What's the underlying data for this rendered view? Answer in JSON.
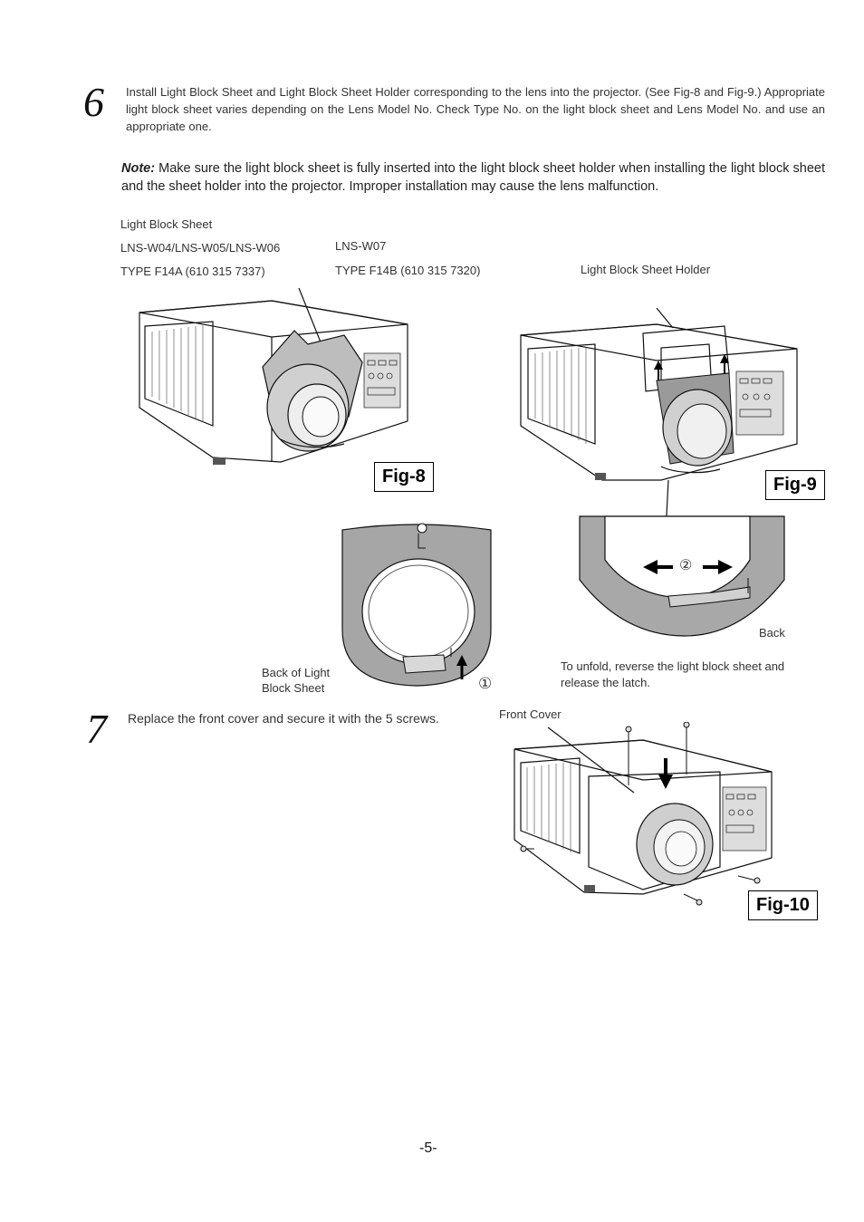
{
  "step6": {
    "number": "6",
    "instruction": "Install Light Block Sheet and Light Block Sheet Holder corresponding to the lens into the projector. (See Fig-8 and Fig-9.)  Appropriate light block sheet varies depending on the Lens Model No.  Check Type No. on the light block sheet and Lens Model No. and use an appropriate one.",
    "note_label": "Note:",
    "note_text": "Make sure the light block sheet is fully inserted into the light block sheet holder when installing the light block sheet and the sheet holder into the projector.  Improper installation may cause the lens malfunction."
  },
  "labels": {
    "light_block_sheet": "Light Block Sheet",
    "models_a": "LNS-W04/LNS-W05/LNS-W06",
    "type_a": "TYPE F14A  (610 315 7337)",
    "models_b": "LNS-W07",
    "type_b": "TYPE F14B  (610 315 7320)",
    "sheet_holder": "Light Block Sheet Holder",
    "back_of_sheet": "Back of Light Block Sheet",
    "marker_1": "①",
    "marker_2": "②",
    "back": "Back",
    "unfold_note": "To unfold, reverse the light block sheet and release the latch.",
    "front_cover": "Front Cover"
  },
  "figures": {
    "fig8": "Fig-8",
    "fig9": "Fig-9",
    "fig10": "Fig-10"
  },
  "step7": {
    "number": "7",
    "instruction": "Replace the front cover and secure it with the 5 screws."
  },
  "page": {
    "number": "-5-"
  }
}
